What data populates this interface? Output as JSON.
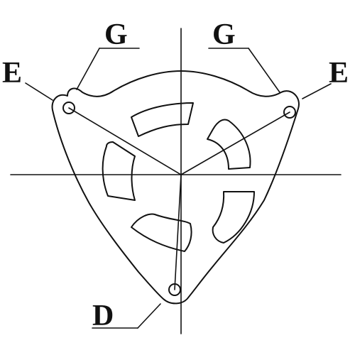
{
  "labels": {
    "top_left_g": "G",
    "top_right_g": "G",
    "left_e": "E",
    "right_e": "E",
    "bottom_d": "D"
  },
  "colors": {
    "line": "#111111",
    "background": "#ffffff"
  }
}
